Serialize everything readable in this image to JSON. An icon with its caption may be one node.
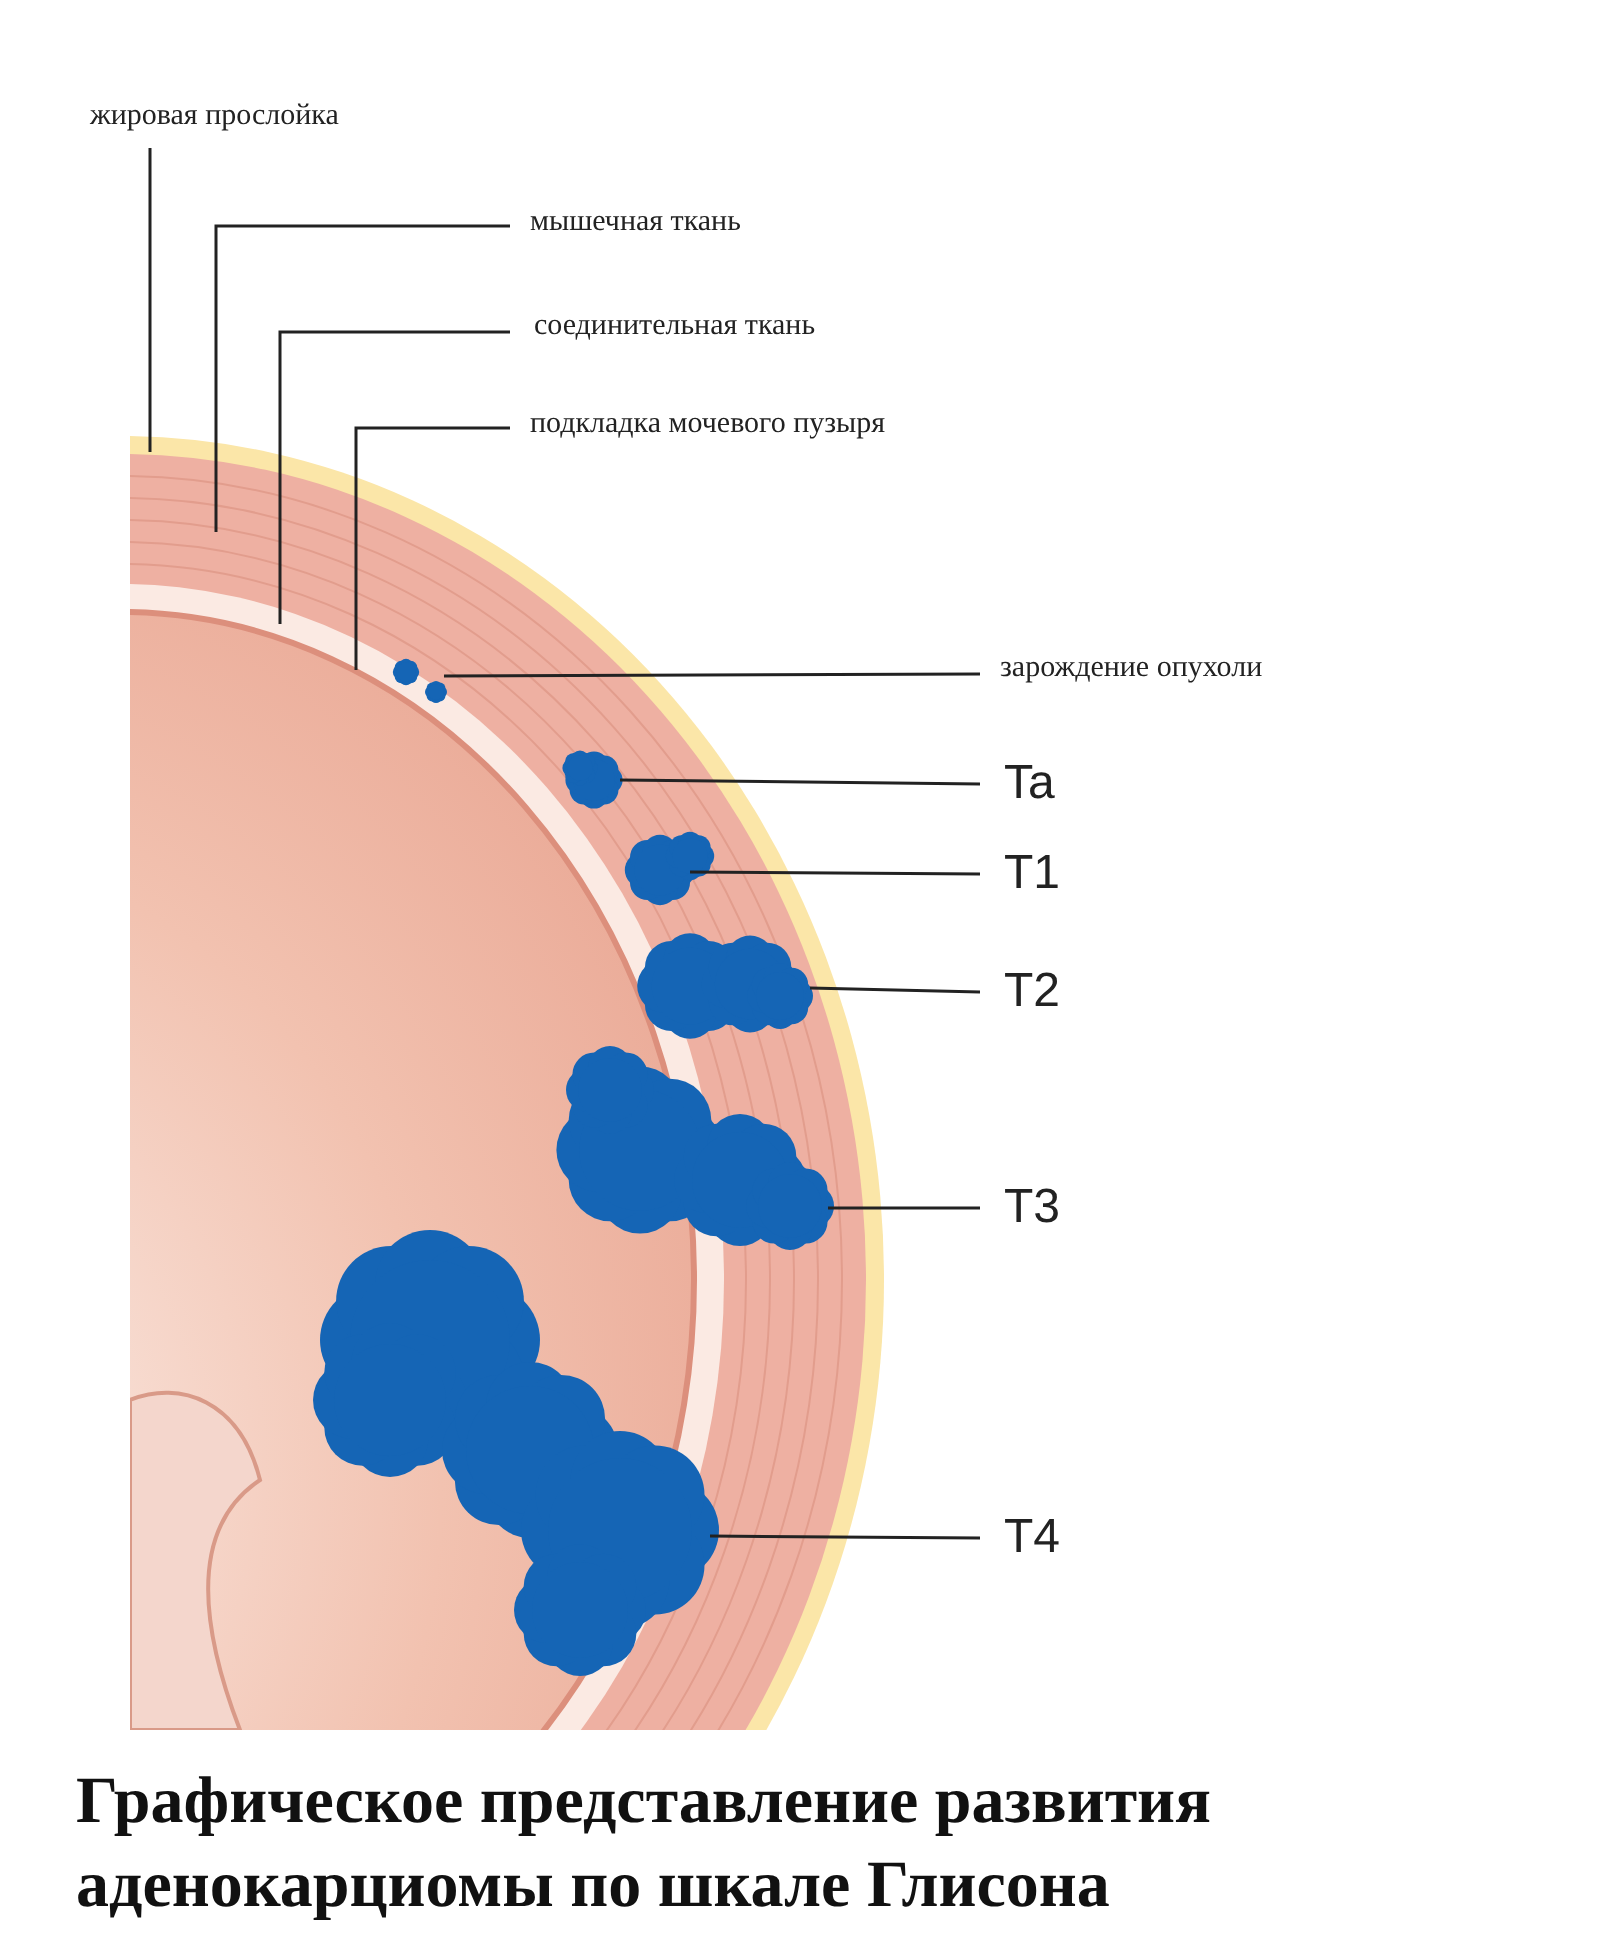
{
  "diagram": {
    "title": "Графическое представление развития аденокарциомы по шкале Глисона",
    "nodes": [
      {
        "text": [
          "жировая прослойка"
        ]
      },
      {
        "text": [
          "мышечная ткань"
        ]
      },
      {
        "text": [
          "соединительная ткань"
        ]
      },
      {
        "text": [
          "подкладка мочевого пузыря"
        ]
      },
      {
        "text": [
          "зарождение опухоли"
        ]
      },
      {
        "text": [
          "Ta"
        ]
      },
      {
        "text": [
          "T1"
        ]
      },
      {
        "text": [
          "T2"
        ]
      },
      {
        "text": [
          "T3"
        ]
      },
      {
        "text": [
          "T4"
        ]
      },
      {
        "text": [],
        "shape": "cloud"
      },
      {
        "text": [],
        "shape": "cloud"
      },
      {
        "text": [],
        "shape": "cloud"
      },
      {
        "text": [],
        "shape": "cloud"
      },
      {
        "text": [],
        "shape": "cloud"
      },
      {
        "text": [],
        "shape": "cloud"
      }
    ],
    "edges": [
      {
        "from": 0,
        "to": null,
        "arrow": "none"
      },
      {
        "from": 1,
        "to": null,
        "arrow": "none"
      },
      {
        "from": 2,
        "to": null,
        "arrow": "none"
      },
      {
        "from": 3,
        "to": null,
        "arrow": "none"
      },
      {
        "from": 4,
        "to": 10,
        "arrow": "none"
      },
      {
        "from": 5,
        "to": 11,
        "arrow": "none"
      },
      {
        "from": 6,
        "to": 12,
        "arrow": "none"
      },
      {
        "from": 7,
        "to": 13,
        "arrow": "none"
      },
      {
        "from": 8,
        "to": 14,
        "arrow": "none"
      },
      {
        "from": 9,
        "to": 15,
        "arrow": "none"
      }
    ]
  }
}
